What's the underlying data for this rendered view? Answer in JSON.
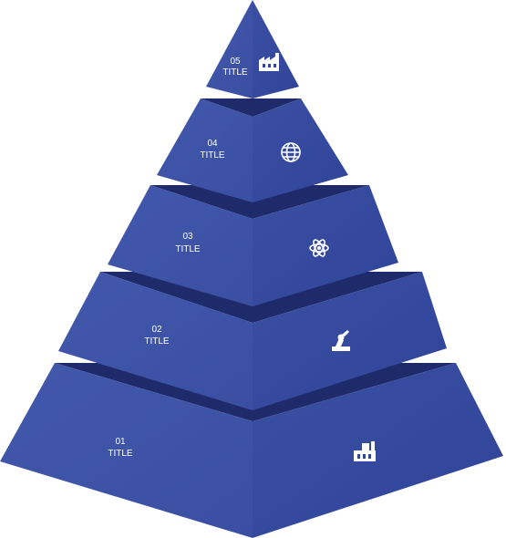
{
  "diagram": {
    "type": "pyramid",
    "colors": {
      "face_left": "#3d52a6",
      "face_right": "#33479a",
      "shadow": "#1f2a6b",
      "text": "#ffffff"
    },
    "levels": [
      {
        "number": "01",
        "title": "TITLE",
        "icon": "factory-building-icon"
      },
      {
        "number": "02",
        "title": "TITLE",
        "icon": "robot-arm-icon"
      },
      {
        "number": "03",
        "title": "TITLE",
        "icon": "atom-icon"
      },
      {
        "number": "04",
        "title": "TITLE",
        "icon": "globe-icon"
      },
      {
        "number": "05",
        "title": "TITLE",
        "icon": "factory-icon"
      }
    ]
  }
}
